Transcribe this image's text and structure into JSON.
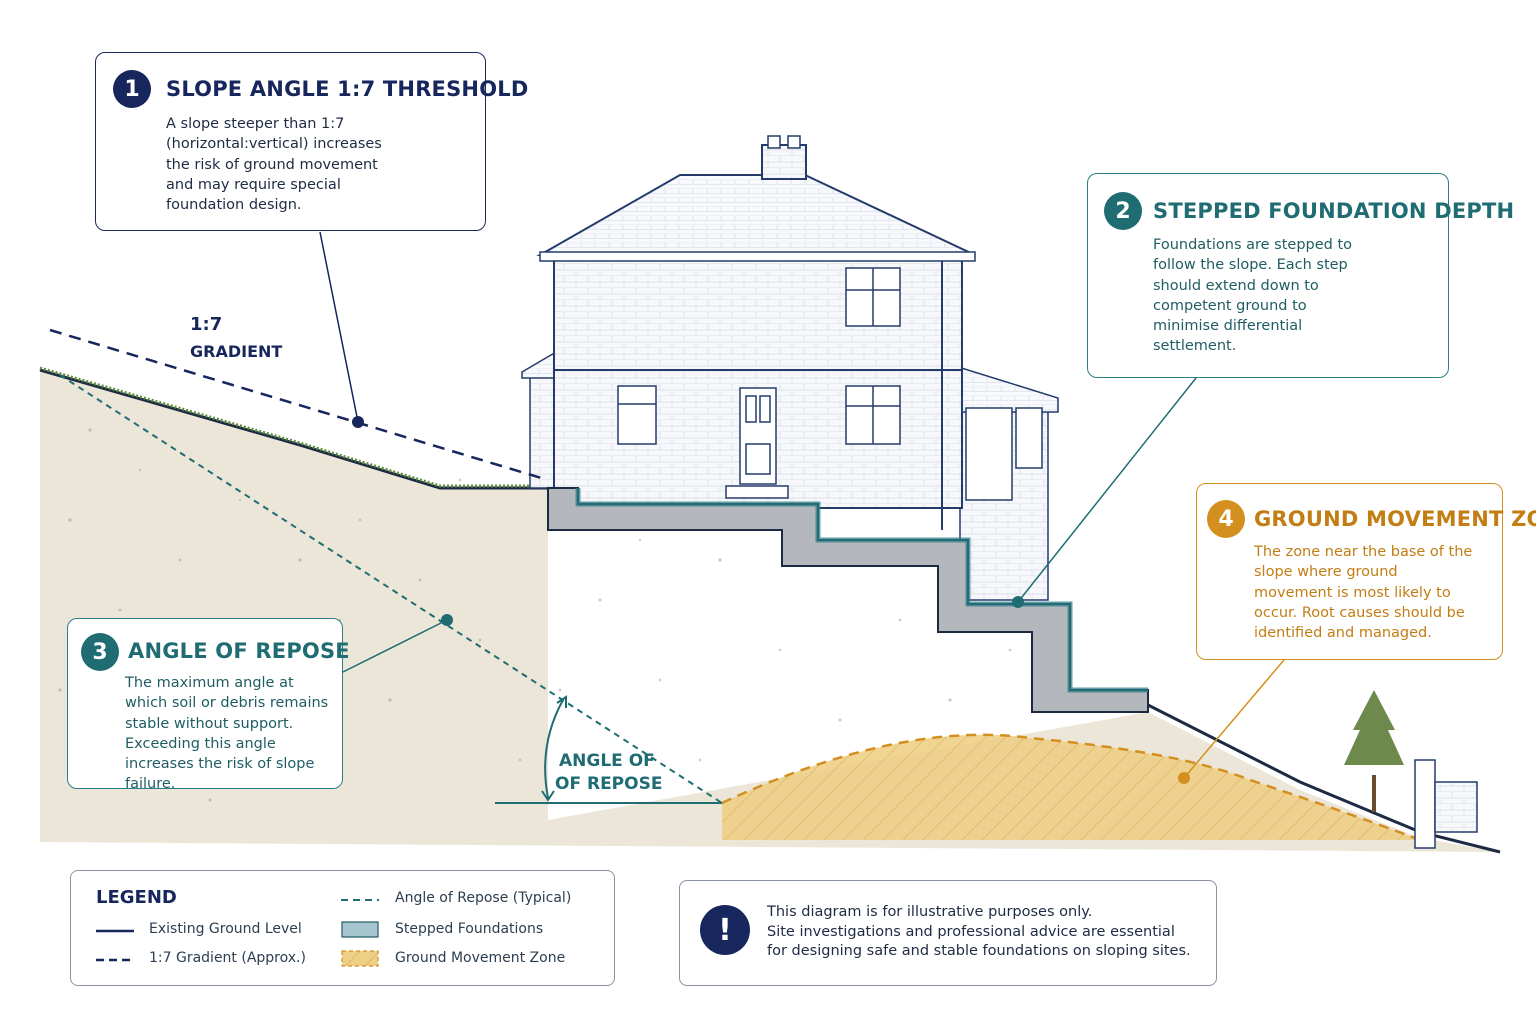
{
  "callouts": [
    {
      "number": "1",
      "title": "SLOPE ANGLE 1:7 THRESHOLD",
      "body": "A slope steeper than 1:7 (horizontal:vertical) increases the risk of ground movement and may require special foundation design."
    },
    {
      "number": "2",
      "title": "STEPPED FOUNDATION DEPTH",
      "body": "Foundations are stepped to follow the slope. Each step should extend down to competent ground to minimise differential settlement."
    },
    {
      "number": "3",
      "title": "ANGLE OF REPOSE",
      "body": "The maximum angle at which soil or debris remains stable without support. Exceeding this angle increases the risk of slope failure."
    },
    {
      "number": "4",
      "title": "GROUND MOVEMENT ZONE",
      "body": "The zone near the base of the slope where ground movement is most likely to occur. Root causes should be identified and managed."
    }
  ],
  "gradient_label": {
    "ratio": "1:7",
    "word": "GRADIENT"
  },
  "angle_label": {
    "line1": "ANGLE OF",
    "line2": "OF REPOSE"
  },
  "legend": {
    "title": "LEGEND",
    "items": [
      {
        "label": "Existing Ground Level",
        "symbol": "solid-line"
      },
      {
        "label": "1:7 Gradient (Approx.)",
        "symbol": "dashed-line"
      },
      {
        "label": "Angle of Repose (Typical)",
        "symbol": "teal-dashed-line"
      },
      {
        "label": "Stepped Foundations",
        "symbol": "blue-fill"
      },
      {
        "label": "Ground Movement Zone",
        "symbol": "amber-hatch"
      }
    ]
  },
  "note": {
    "icon": "exclamation-icon",
    "icon_glyph": "!",
    "line1": "This diagram is for illustrative purposes only.",
    "line2": "Site investigations and professional advice are essential for designing safe and stable foundations on sloping sites."
  },
  "colors": {
    "navy": "#17265c",
    "teal": "#1f6c73",
    "amber": "#d4901f",
    "soil": "#ece6d8",
    "foundation": "#a7c6cf",
    "movement_zone": "#eecf86"
  }
}
